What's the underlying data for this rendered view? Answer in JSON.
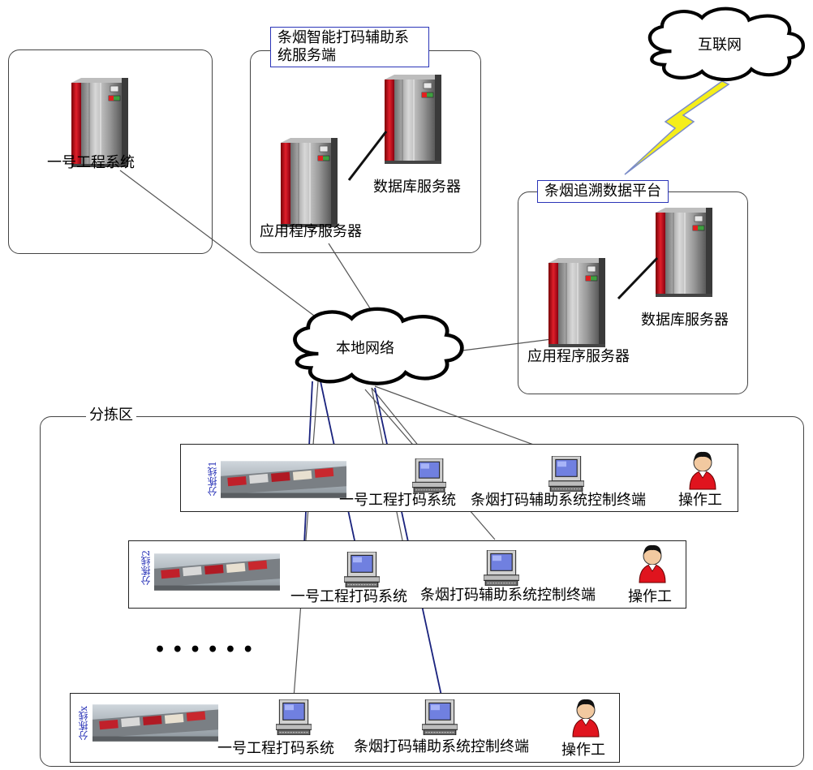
{
  "engineering_system": {
    "label": "一号工程系统"
  },
  "smart_coding_service": {
    "title": "条烟智能打码辅助系统服务端",
    "db_server": "数据库服务器",
    "app_server": "应用程序服务器"
  },
  "internet": {
    "label": "互联网"
  },
  "trace_platform": {
    "title": "条烟追溯数据平台",
    "db_server": "数据库服务器",
    "app_server": "应用程序服务器"
  },
  "local_network": {
    "label": "本地网络"
  },
  "sorting_area": {
    "label": "分拣区",
    "ellipsis": "• • • • • •",
    "lines": [
      {
        "name": "分拣线1",
        "coding_system": "一号工程打码系统",
        "control_terminal": "条烟打码辅助系统控制终端",
        "operator": "操作工"
      },
      {
        "name": "分拣线2",
        "coding_system": "一号工程打码系统",
        "control_terminal": "条烟打码辅助系统控制终端",
        "operator": "操作工"
      },
      {
        "name": "分拣线x",
        "coding_system": "一号工程打码系统",
        "control_terminal": "条烟打码辅助系统控制终端",
        "operator": "操作工"
      }
    ]
  },
  "icons": {
    "server": "server-tower-icon",
    "terminal": "computer-terminal-icon",
    "operator": "operator-person-icon",
    "cloud": "cloud-icon",
    "lightning": "lightning-bolt-icon",
    "conveyor": "conveyor-photo"
  },
  "colors": {
    "label_border": "#2b35b8",
    "server_red": "#c8141e",
    "lightning": "#f5ee1a",
    "operator_red": "#e0141e"
  }
}
